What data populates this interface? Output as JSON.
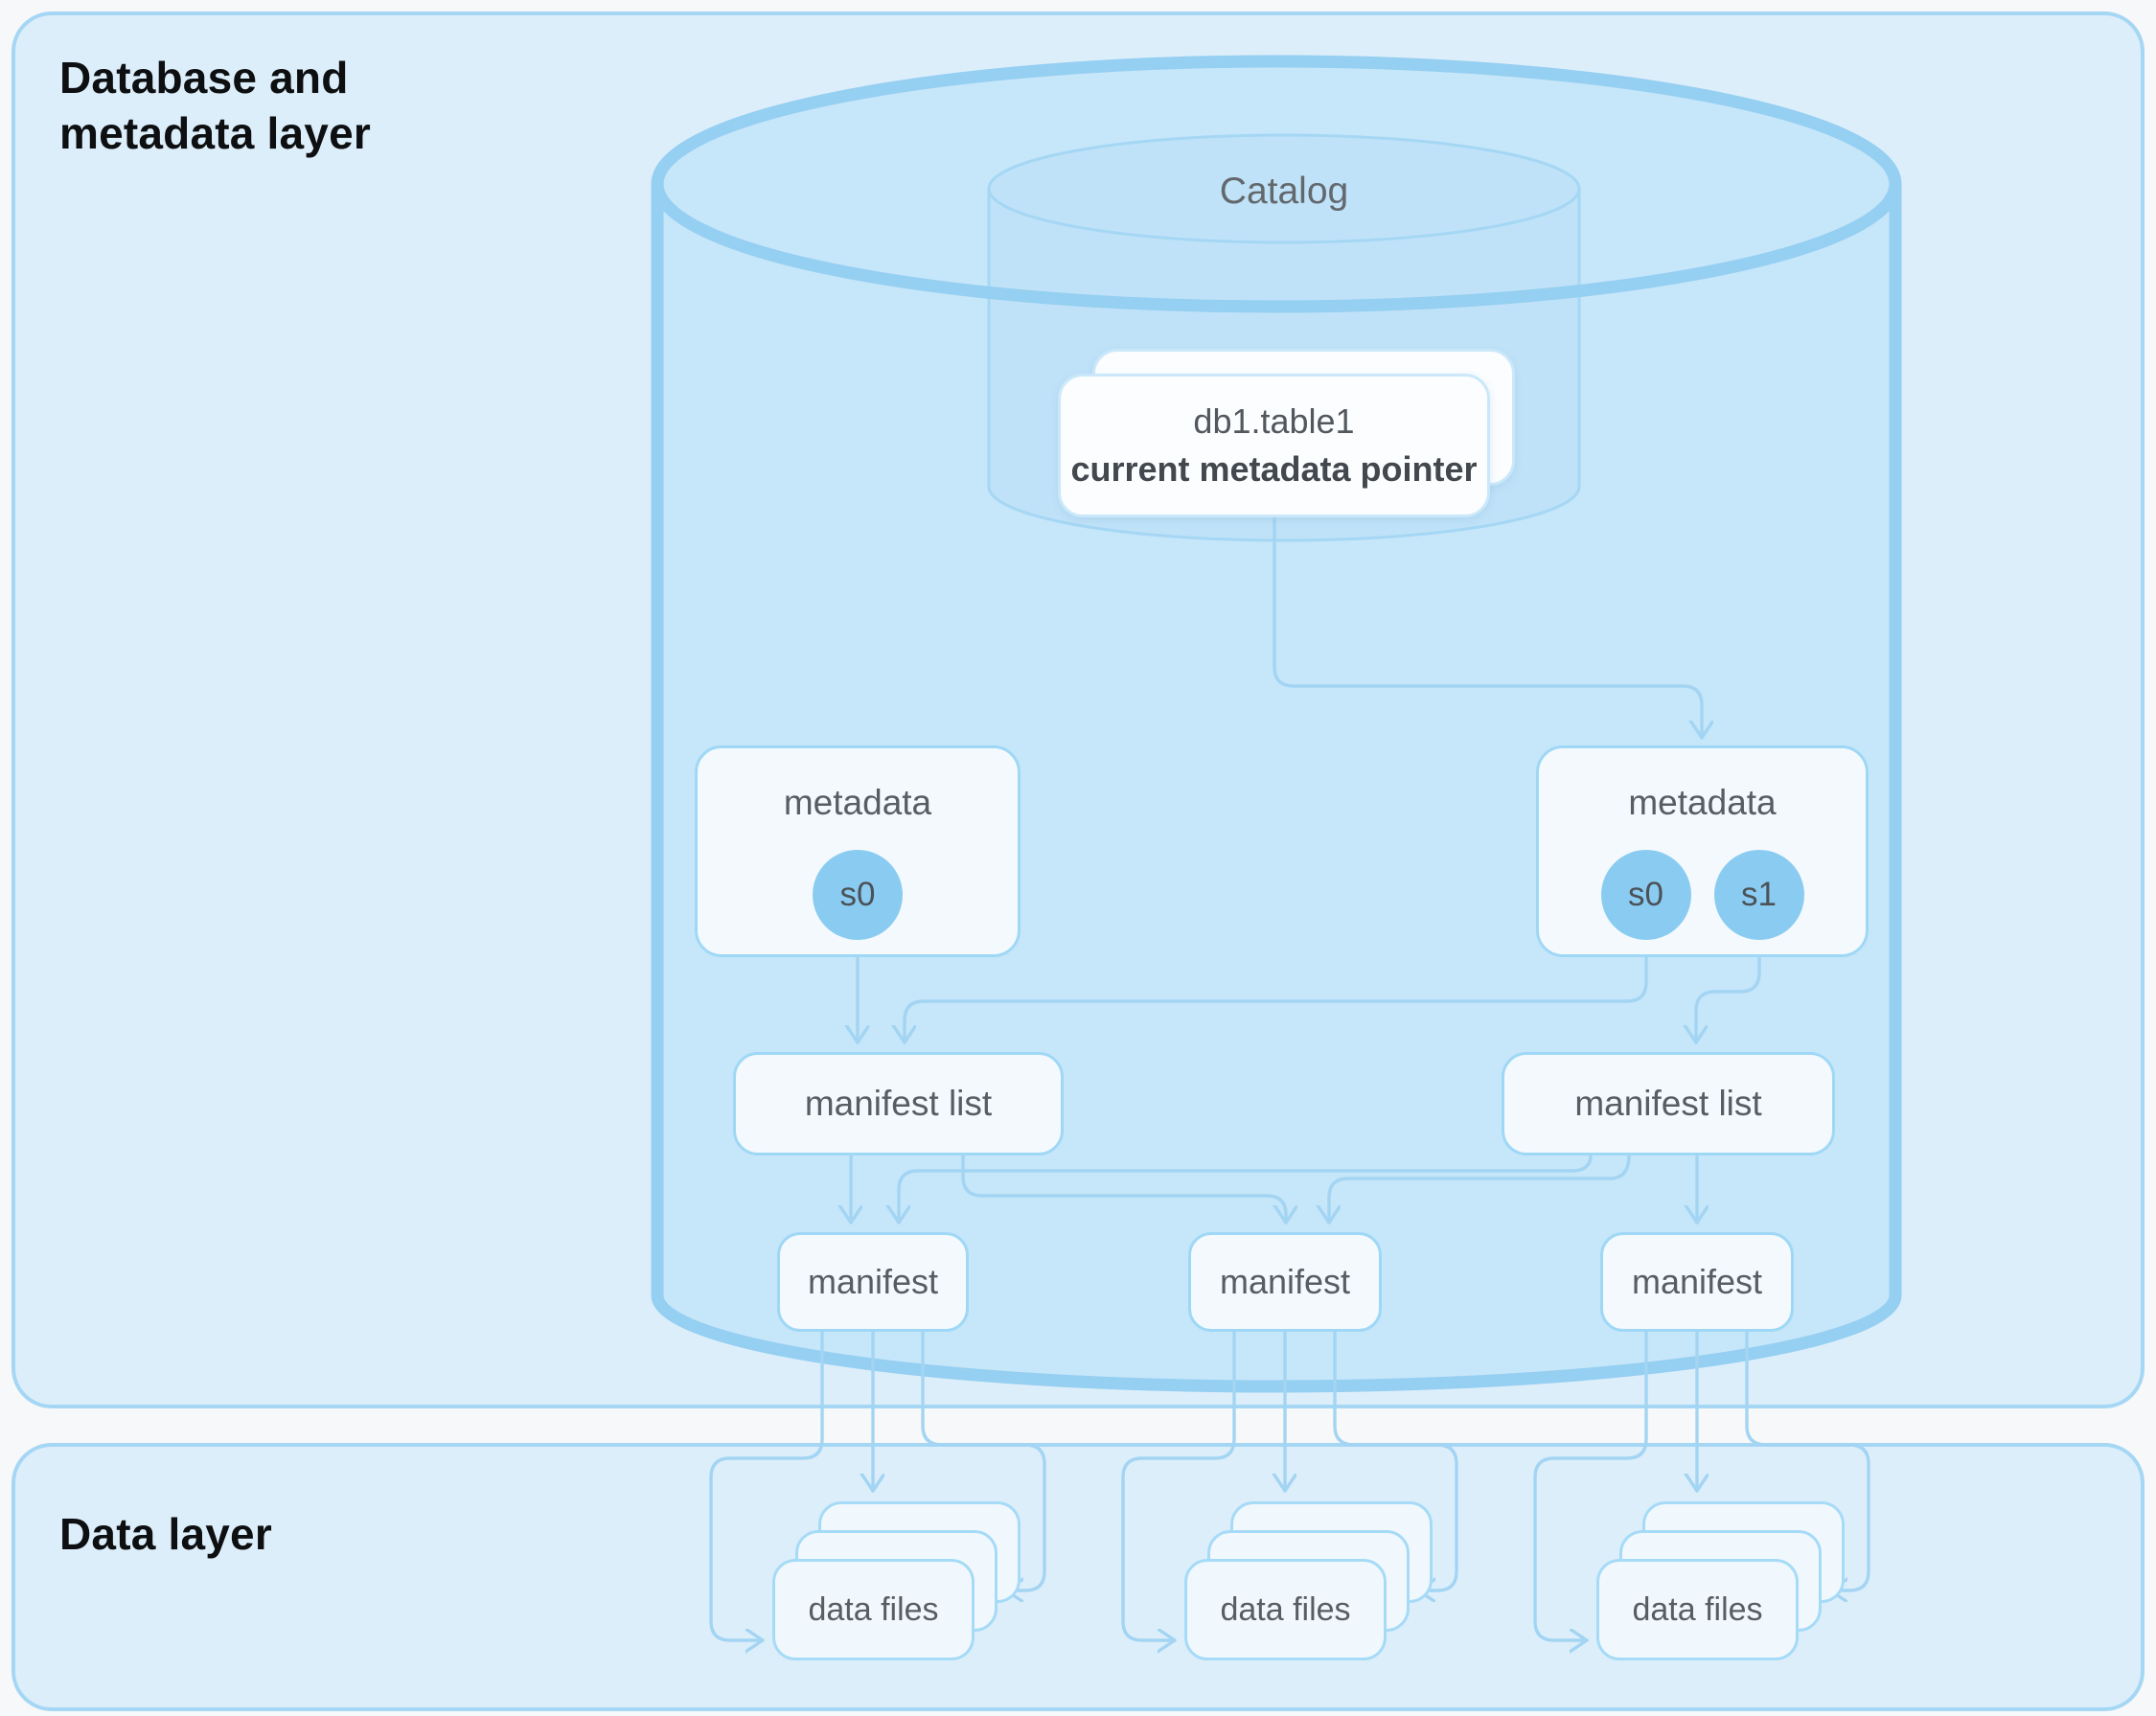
{
  "theme": {
    "pageBg": "#f7f8f9",
    "panelFill": "#ddeefb",
    "panelStroke": "#a5d7f4",
    "cylFill": "#c6e6fa",
    "cylStroke": "#95cff1",
    "catFill": "#bfe2f8",
    "catStroke": "#a5d7f4",
    "boxFill": "#f4f9fd",
    "boxStroke": "#9fd8f6",
    "cardFill": "#fbfdff",
    "cardStroke": "#cbe8fa",
    "stackFill": "#f1f8fd",
    "stackStroke": "#a6dbf7",
    "line": "#a3d5f3",
    "circleFill": "#8accf1",
    "headingColor": "#0d0f11",
    "labelGray": "#585d63"
  },
  "metadata_layer": {
    "title": "Database and\nmetadata layer",
    "catalog": {
      "label": "Catalog",
      "card_line1": "db1.table1",
      "card_line2": "current metadata pointer"
    },
    "metadata_left": {
      "label": "metadata",
      "snapshots": [
        "s0"
      ]
    },
    "metadata_right": {
      "label": "metadata",
      "snapshots": [
        "s0",
        "s1"
      ]
    },
    "manifest_list_left": {
      "label": "manifest list"
    },
    "manifest_list_right": {
      "label": "manifest list"
    },
    "manifests": [
      "manifest",
      "manifest",
      "manifest"
    ]
  },
  "data_layer": {
    "title": "Data layer",
    "stacks": [
      "data files",
      "data files",
      "data files"
    ]
  }
}
